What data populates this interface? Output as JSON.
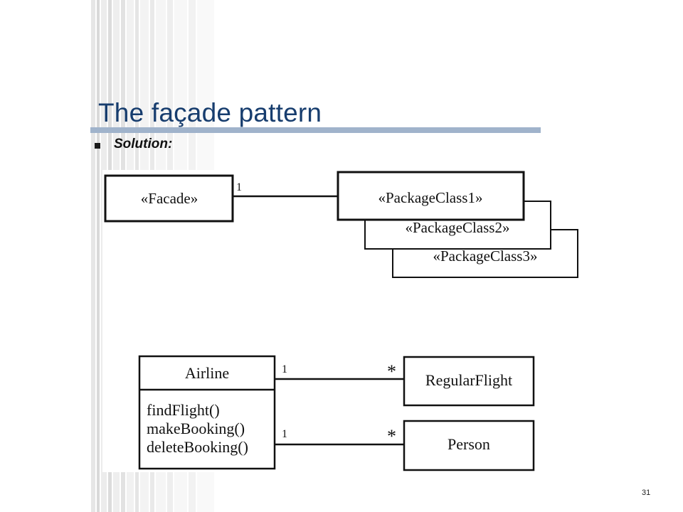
{
  "slide": {
    "title": "The façade pattern",
    "bullet": "Solution:",
    "page_number": "31"
  },
  "diagram_top": {
    "facade": "«Facade»",
    "package_classes": [
      "«PackageClass1»",
      "«PackageClass2»",
      "«PackageClass3»"
    ],
    "multiplicity": "1"
  },
  "diagram_bottom": {
    "airline": {
      "name": "Airline",
      "methods": [
        "findFlight()",
        "makeBooking()",
        "deleteBooking()"
      ]
    },
    "regular_flight": "RegularFlight",
    "person": "Person",
    "assoc_flight": {
      "source_mult": "1",
      "target_mult": "*"
    },
    "assoc_person": {
      "source_mult": "1",
      "target_mult": "*"
    }
  },
  "colors": {
    "title": "#173d6e",
    "rule": "#a0b3cb",
    "stripe": "#dedede"
  }
}
